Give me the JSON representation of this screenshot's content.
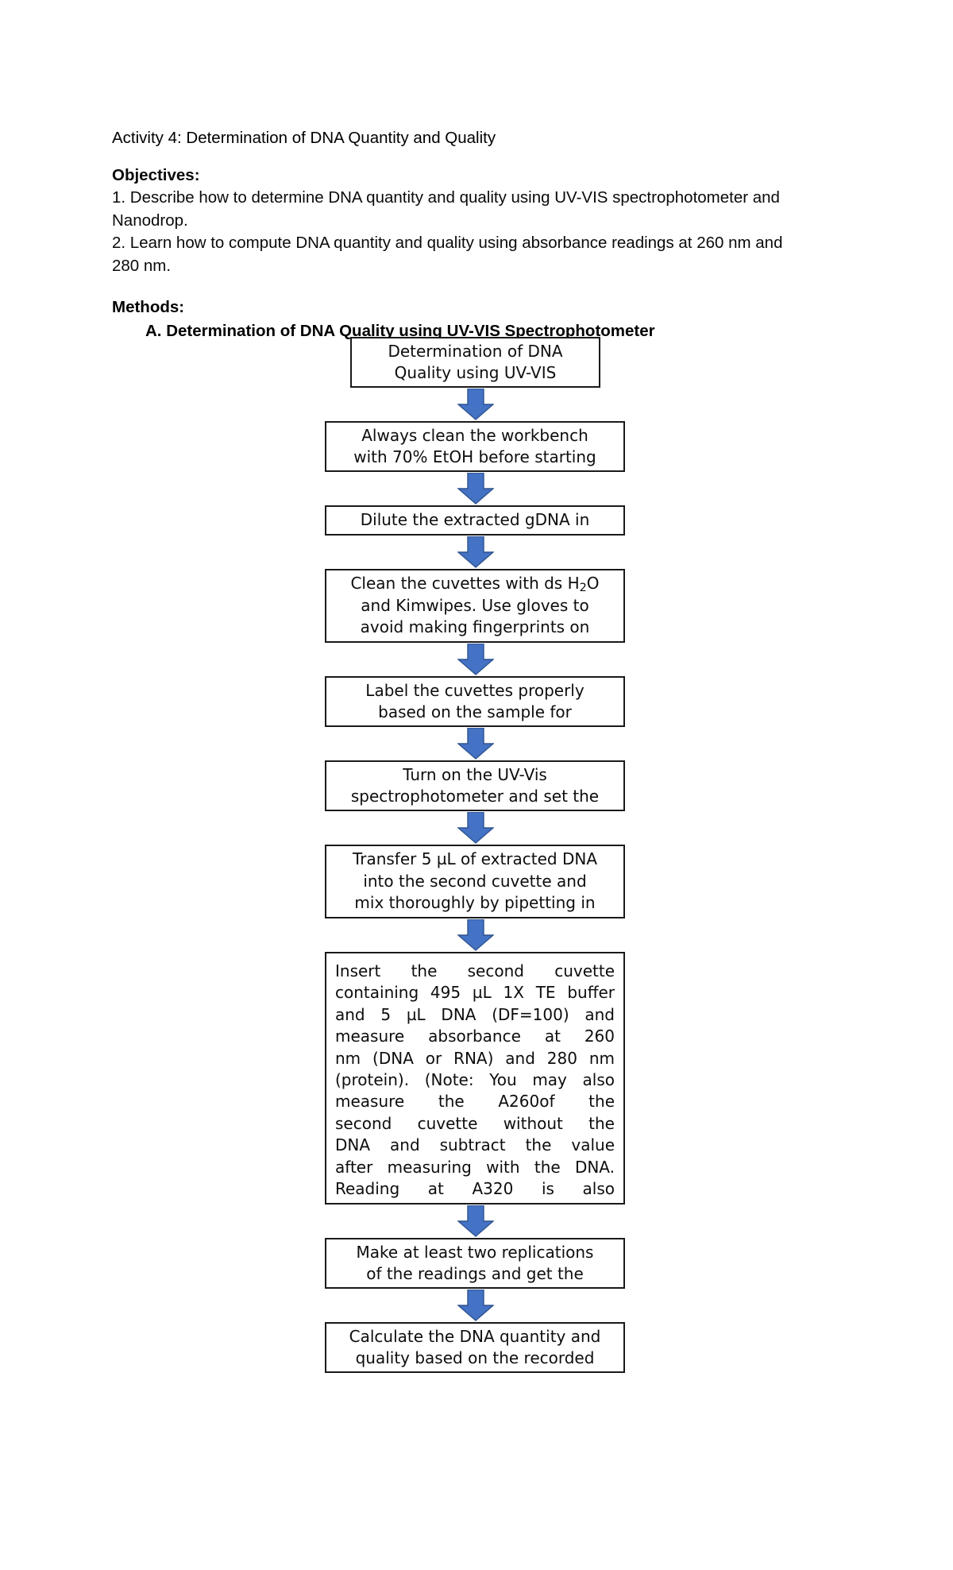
{
  "document": {
    "activity_title": "Activity 4: Determination of DNA Quantity and Quality",
    "objectives_heading": "Objectives:",
    "objective_1": "1. Describe how to determine DNA quantity and quality using UV-VIS spectrophotometer and Nanodrop.",
    "objective_2": "2. Learn how to compute DNA quantity and quality using absorbance readings at 260 nm and 280 nm.",
    "methods_heading": "Methods:",
    "section_a_heading": "A. Determination of DNA Quality using UV-VIS Spectrophotometer"
  },
  "flowchart": {
    "arrow_color": "#4472C4",
    "arrow_outline_color": "#2E528F",
    "box_border_color": "#1A1A1A",
    "box_fill_color": "#FFFFFF",
    "arrow_icon_name": "down-arrow-icon",
    "steps": [
      {
        "id": "step-title",
        "lines": [
          "Determination of DNA",
          "Quality using UV-VIS"
        ],
        "justified": false
      },
      {
        "id": "step-clean-workbench",
        "lines": [
          "Always clean the workbench",
          "with 70% EtOH before starting"
        ],
        "justified": false
      },
      {
        "id": "step-dilute-gdna",
        "lines": [
          "Dilute the extracted gDNA in"
        ],
        "justified": false
      },
      {
        "id": "step-clean-cuvettes",
        "lines": [
          "Clean the cuvettes with ds H2O",
          "and Kimwipes. Use gloves to",
          "avoid making fingerprints on"
        ],
        "justified": false,
        "has_subscript": true
      },
      {
        "id": "step-label-cuvettes",
        "lines": [
          "Label the cuvettes properly",
          "based on the sample for"
        ],
        "justified": false
      },
      {
        "id": "step-turn-on-spectrophotometer",
        "lines": [
          "Turn on the UV-Vis",
          "spectrophotometer and set the"
        ],
        "justified": false
      },
      {
        "id": "step-transfer-dna",
        "lines": [
          "Transfer 5 µL of extracted DNA",
          "into the second cuvette and",
          "mix thoroughly by pipetting in"
        ],
        "justified": false
      },
      {
        "id": "step-insert-cuvette",
        "justified": true,
        "lines": [
          "Insert the second cuvette",
          "containing 495 µL 1X TE buffer",
          "and 5 µL DNA (DF=100) and",
          "measure absorbance at 260",
          "nm (DNA or RNA) and 280 nm",
          "(protein). (Note: You may also",
          "measure the A260of the",
          "second cuvette without the",
          "DNA and subtract the value",
          "after measuring with the DNA.",
          "Reading at A320 is also"
        ]
      },
      {
        "id": "step-replications",
        "lines": [
          "Make at least two replications",
          "of the readings and get the"
        ],
        "justified": false
      },
      {
        "id": "step-calculate",
        "lines": [
          "Calculate the DNA quantity and",
          "quality based on the recorded"
        ],
        "justified": false
      }
    ]
  }
}
